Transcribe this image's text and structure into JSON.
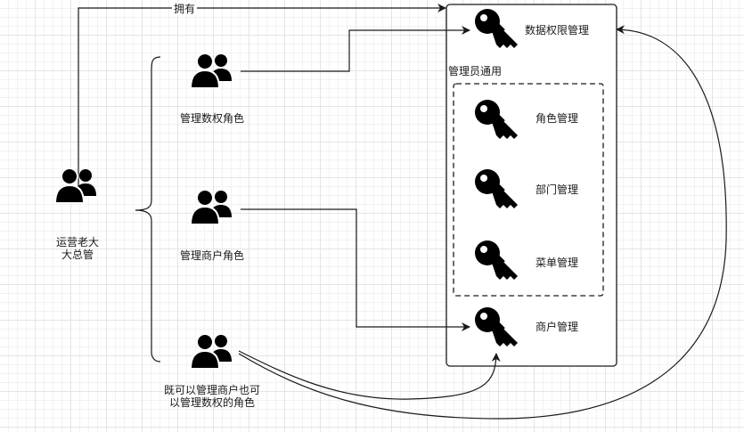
{
  "actors": {
    "boss": {
      "line1": "运营老大",
      "line2": "大总管"
    },
    "perm_role": {
      "label": "管理数权角色"
    },
    "merchant_role": {
      "label": "管理商户角色"
    },
    "both_role": {
      "line1": "既可以管理商户也可",
      "line2": "以管理数权的角色"
    }
  },
  "edges": {
    "owns": "拥有"
  },
  "system": {
    "perm_mgmt": "数据权限管理",
    "admin_group": "管理员通用",
    "role_mgmt": "角色管理",
    "dept_mgmt": "部门管理",
    "menu_mgmt": "菜单管理",
    "merchant_mgmt": "商户管理"
  },
  "colors": {
    "stroke": "#1a1a1a",
    "icon": "#000000",
    "grid": "#e4e4e4"
  },
  "icons": {
    "actor": "users-icon",
    "key": "key-icon"
  }
}
